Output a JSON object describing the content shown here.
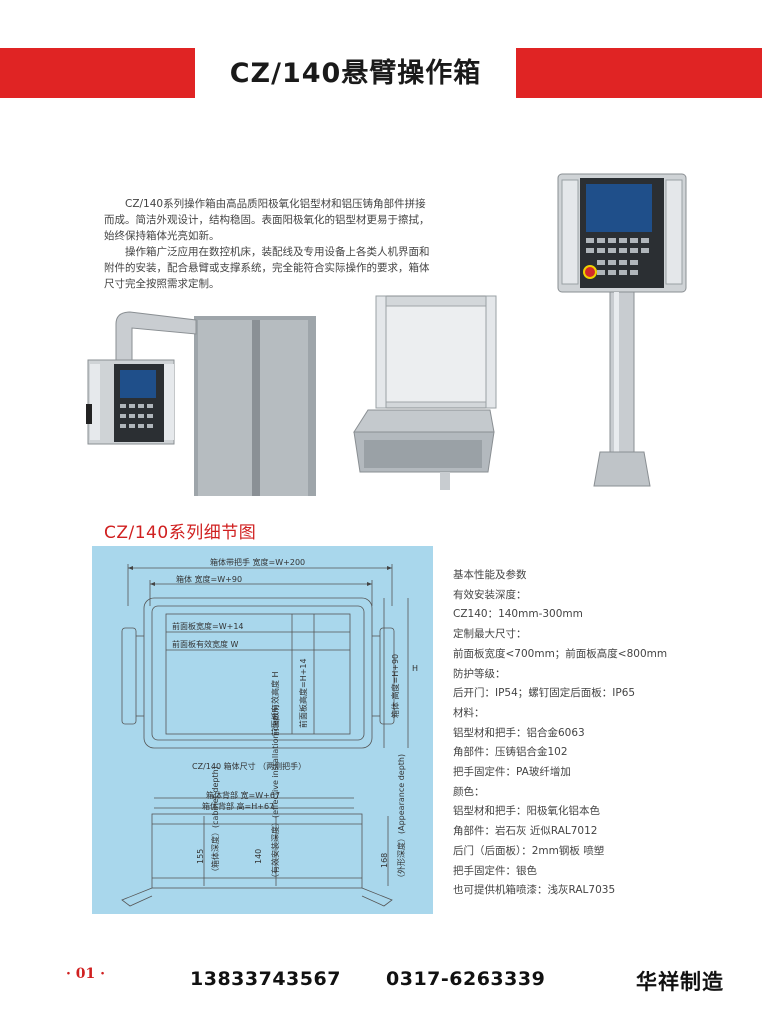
{
  "header": {
    "title": "CZ/140悬臂操作箱"
  },
  "intro": {
    "paragraphs": [
      "CZ/140系列操作箱由高品质阳极氧化铝型材和铝压铸角部件拼接而成。简洁外观设计，结构稳固。表面阳极氧化的铝型材更易于擦拭，始终保持箱体光亮如新。",
      "操作箱广泛应用在数控机床，装配线及专用设备上各类人机界面和附件的安装，配合悬臂或支撑系统，完全能符合实际操作的要求，箱体尺寸完全按照需求定制。"
    ]
  },
  "section": {
    "title": "CZ/140系列细节图"
  },
  "drawing": {
    "top_width_total": "箱体带把手 宽度=W+200",
    "top_width_body": "箱体 宽度=W+90",
    "front_panel_width": "前面板宽度=W+14",
    "front_panel_effective_width": "前面板有效宽度 W",
    "front_panel_effective_height": "前面板有效高度 H",
    "front_panel_height": "前面板高度=H+14",
    "body_height": "箱体 高度=H+90",
    "h_label": "H",
    "caption": "CZ/140 箱体尺寸  （两侧把手）",
    "back_width": "箱体背部 宽=W+67",
    "back_height": "箱体背部 高=H+67",
    "dim_155": "155",
    "cabinet_depth": "（箱体深度）(cabinet depth)",
    "dim_140": "140",
    "effective_depth": "（有效安装深度）(effective installation depth)",
    "dim_168": "168",
    "appearance_depth": "（外形深度）(Appearance depth)"
  },
  "specs": [
    "基本性能及参数",
    "有效安装深度：",
    "CZ140：140mm-300mm",
    "定制最大尺寸：",
    "前面板宽度<700mm；前面板高度<800mm",
    "防护等级：",
    "后开门：IP54；螺钉固定后面板：IP65",
    "材料：",
    "铝型材和把手：铝合金6063",
    "角部件：压铸铝合金102",
    "把手固定件：PA玻纤增加",
    "颜色：",
    "铝型材和把手：阳极氧化铝本色",
    "角部件：岩石灰 近似RAL7012",
    "后门（后面板）：2mm钢板 喷塑",
    "把手固定件：银色",
    "也可提供机箱喷漆：浅灰RAL7035"
  ],
  "footer": {
    "page": "· 01 ·",
    "phone1": "13833743567",
    "phone2": "0317-6263339",
    "brand": "华祥制造"
  },
  "colors": {
    "accent_red": "#e02424",
    "drawing_bg": "#a9d7ec"
  }
}
